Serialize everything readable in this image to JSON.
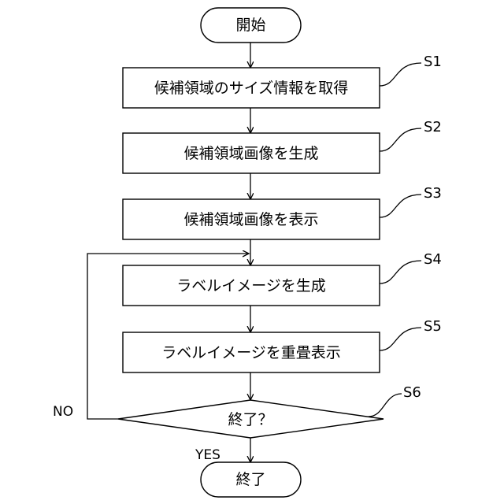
{
  "flowchart": {
    "start": "開始",
    "steps": [
      {
        "id": "S1",
        "label": "候補領域のサイズ情報を取得"
      },
      {
        "id": "S2",
        "label": "候補領域画像を生成"
      },
      {
        "id": "S3",
        "label": "候補領域画像を表示"
      },
      {
        "id": "S4",
        "label": "ラベルイメージを生成"
      },
      {
        "id": "S5",
        "label": "ラベルイメージを重畳表示"
      }
    ],
    "decision": {
      "id": "S6",
      "label": "終了？",
      "no": "NO",
      "yes": "YES"
    },
    "end": "終了"
  }
}
